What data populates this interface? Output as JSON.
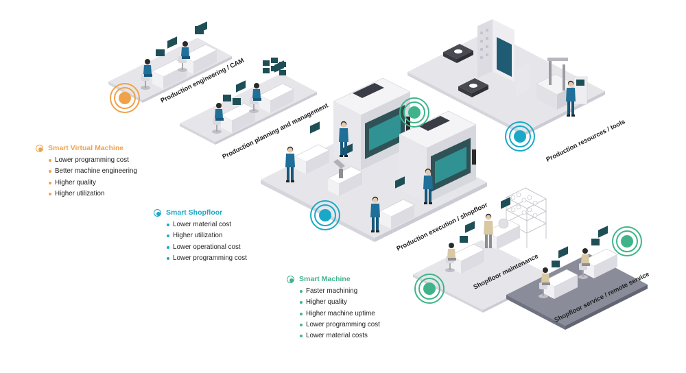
{
  "colors": {
    "orange": "#f0a24a",
    "teal": "#1aa8c8",
    "green": "#3fb48a",
    "worker": "#1f6f99",
    "screen": "#1f4f56",
    "floor": "#e6e6ea",
    "dark_floor": "#8a8d99"
  },
  "areas": {
    "engineering": "Production engineering / CAM",
    "planning": "Production planning and management",
    "execution": "Production execution / shopfloor",
    "resources": "Production resources / tools",
    "maintenance": "Shopfloor maintenance",
    "service": "Shopfloor service / remote service"
  },
  "legends": {
    "virtual": {
      "title": "Smart Virtual Machine",
      "color": "#f0a24a",
      "items": [
        "Lower programming cost",
        "Better machine engineering",
        "Higher quality",
        "Higher utilization"
      ]
    },
    "shopfloor": {
      "title": "Smart Shopfloor",
      "color": "#1aa8c8",
      "items": [
        "Lower material cost",
        "Higher utilization",
        "Lower operational cost",
        "Lower programming cost"
      ]
    },
    "machine": {
      "title": "Smart Machine",
      "color": "#3fb48a",
      "items": [
        "Faster machining",
        "Higher quality",
        "Higher machine uptime",
        "Lower programming cost",
        "Lower material costs"
      ]
    }
  }
}
